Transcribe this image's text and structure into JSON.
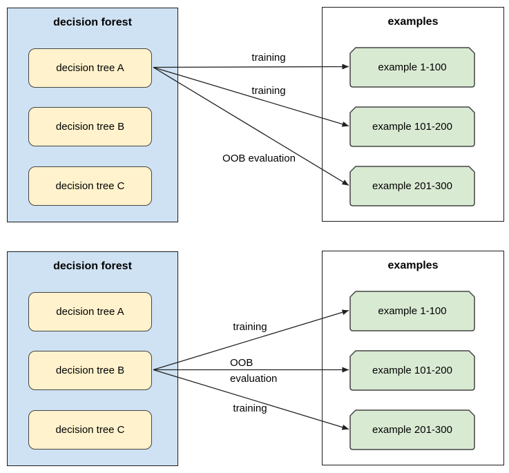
{
  "colors": {
    "forest-fill": "#cfe2f3",
    "tree-fill": "#fff2cc",
    "example-fill": "#d9ead3",
    "container-border": "#1a1a1a",
    "node-border": "#434343",
    "arrow": "#212121",
    "text": "#000000"
  },
  "top_diagram": {
    "forest": {
      "title": "decision forest",
      "trees": [
        "decision tree A",
        "decision tree B",
        "decision tree C"
      ]
    },
    "examples": {
      "title": "examples",
      "items": [
        "example 1-100",
        "example 101-200",
        "example 201-300"
      ]
    },
    "arrows": [
      {
        "from": "decision tree A",
        "to": "example 1-100",
        "label": "training"
      },
      {
        "from": "decision tree A",
        "to": "example 101-200",
        "label": "training"
      },
      {
        "from": "decision tree A",
        "to": "example 201-300",
        "label": "OOB evaluation"
      }
    ]
  },
  "bottom_diagram": {
    "forest": {
      "title": "decision forest",
      "trees": [
        "decision tree A",
        "decision tree B",
        "decision tree C"
      ]
    },
    "examples": {
      "title": "examples",
      "items": [
        "example 1-100",
        "example 101-200",
        "example 201-300"
      ]
    },
    "arrows": [
      {
        "from": "decision tree B",
        "to": "example 1-100",
        "label": "training"
      },
      {
        "from": "decision tree B",
        "to": "example 101-200",
        "label": "OOB\nevaluation"
      },
      {
        "from": "decision tree B",
        "to": "example 201-300",
        "label": "training"
      }
    ]
  }
}
